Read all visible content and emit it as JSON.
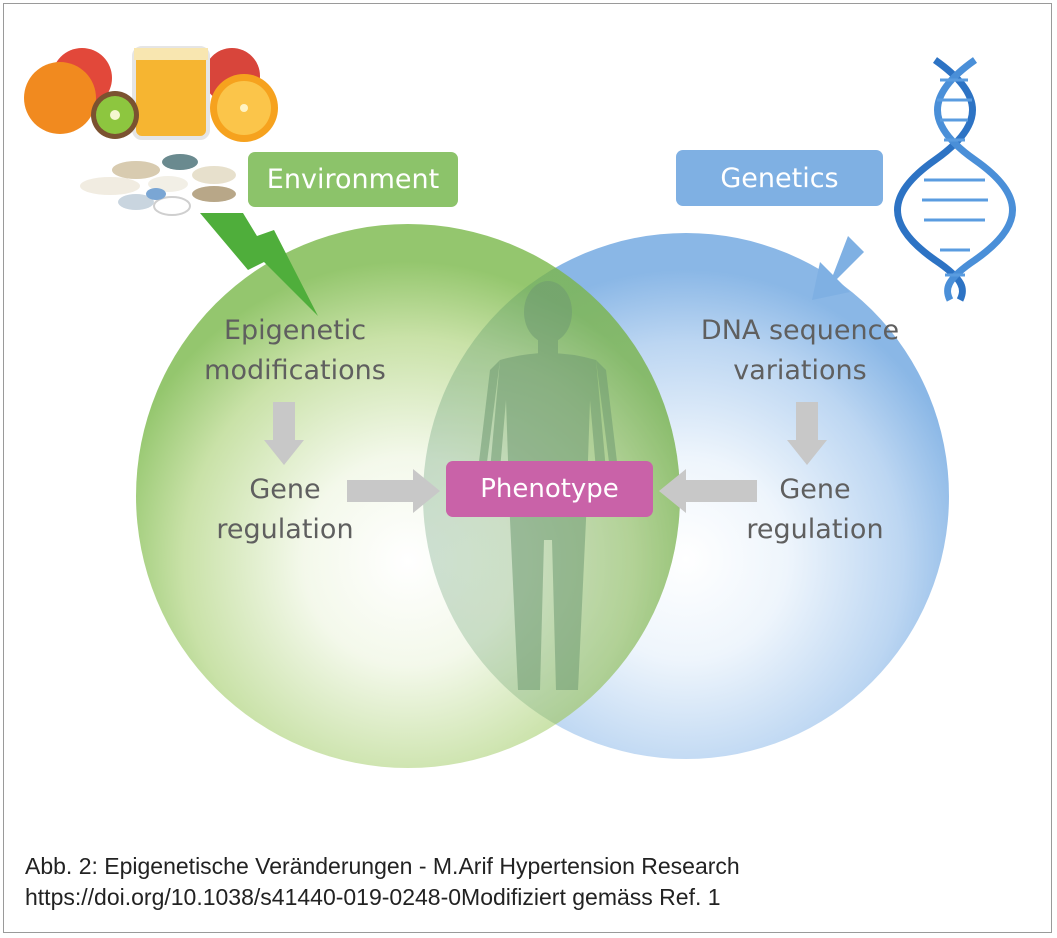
{
  "left_circle": {
    "box_label": "Environment",
    "top_text": [
      "Epigenetic",
      "modifications"
    ],
    "bottom_text": [
      "Gene",
      "regulation"
    ]
  },
  "right_circle": {
    "box_label": "Genetics",
    "top_text": [
      "DNA sequence",
      "variations"
    ],
    "bottom_text": [
      "Gene",
      "regulation"
    ]
  },
  "center": {
    "label": "Phenotype"
  },
  "caption": {
    "line1": "Abb. 2: Epigenetische Veränderungen - M.Arif Hypertension Research",
    "line2": "https://doi.org/10.1038/s41440-019-0248-0Modifiziert gemäss Ref. 1"
  },
  "colors": {
    "environment": "#8cc36a",
    "genetics": "#7fb0e3",
    "phenotype": "#c962a8",
    "arrow_gray": "#c8c8c8"
  }
}
